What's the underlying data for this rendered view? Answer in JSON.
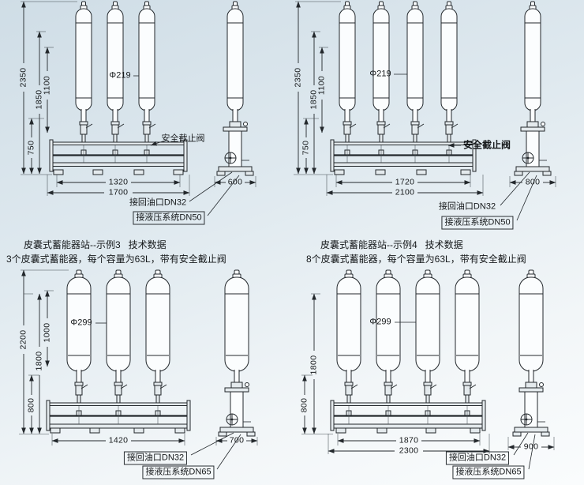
{
  "page": {
    "background_top": "#cfdde6",
    "background_bottom": "#fafcfd",
    "line_color": "#23282c"
  },
  "quadrants": [
    {
      "example": "示例3",
      "caption_title": "皮囊式蓄能器站--示例3   技术数据",
      "caption_desc": "3个皮囊式蓄能器，每个容量为63L，带有安全截止阀",
      "diameter_label": "Φ219",
      "safety_valve_label": "安全截止阀",
      "dims": {
        "total_height": "2350",
        "tank_height": "1850",
        "upper": "1100",
        "base_height": "750",
        "front_width_inner": "1320",
        "front_width_outer": "1700",
        "side_width": "600"
      },
      "ports": {
        "return_port": "接回油口DN32",
        "system_port": "接液压系统DN50"
      }
    },
    {
      "example": "示例4",
      "caption_title": "皮囊式蓄能器站--示例4   技术数据",
      "caption_desc": "8个皮囊式蓄能器，每个容量为63L，带有安全截止阀",
      "diameter_label": "Φ219",
      "safety_valve_label": "安全截止阀",
      "dims": {
        "total_height": "2350",
        "tank_height": "1850",
        "upper": "1100",
        "base_height": "750",
        "front_width_inner": "1720",
        "front_width_outer": "2100",
        "side_width": "800"
      },
      "ports": {
        "return_port": "接回油口DN32",
        "system_port": "接液压系统DN50"
      }
    },
    {
      "diameter_label": "Φ299",
      "dims": {
        "total_height": "2200",
        "tank_height": "1800",
        "upper": "1000",
        "base_height": "800",
        "front_width_inner": "1420",
        "side_width": "700"
      },
      "ports": {
        "return_port": "接回油口DN32",
        "system_port": "接液压系统DN65"
      }
    },
    {
      "diameter_label": "Φ299",
      "dims": {
        "tank_height": "1800",
        "base_height": "800",
        "front_width_inner": "1870",
        "front_width_outer": "2300",
        "side_width": "900"
      },
      "ports": {
        "return_port": "接回油口DN32",
        "system_port": "接液压系统DN65"
      }
    }
  ]
}
